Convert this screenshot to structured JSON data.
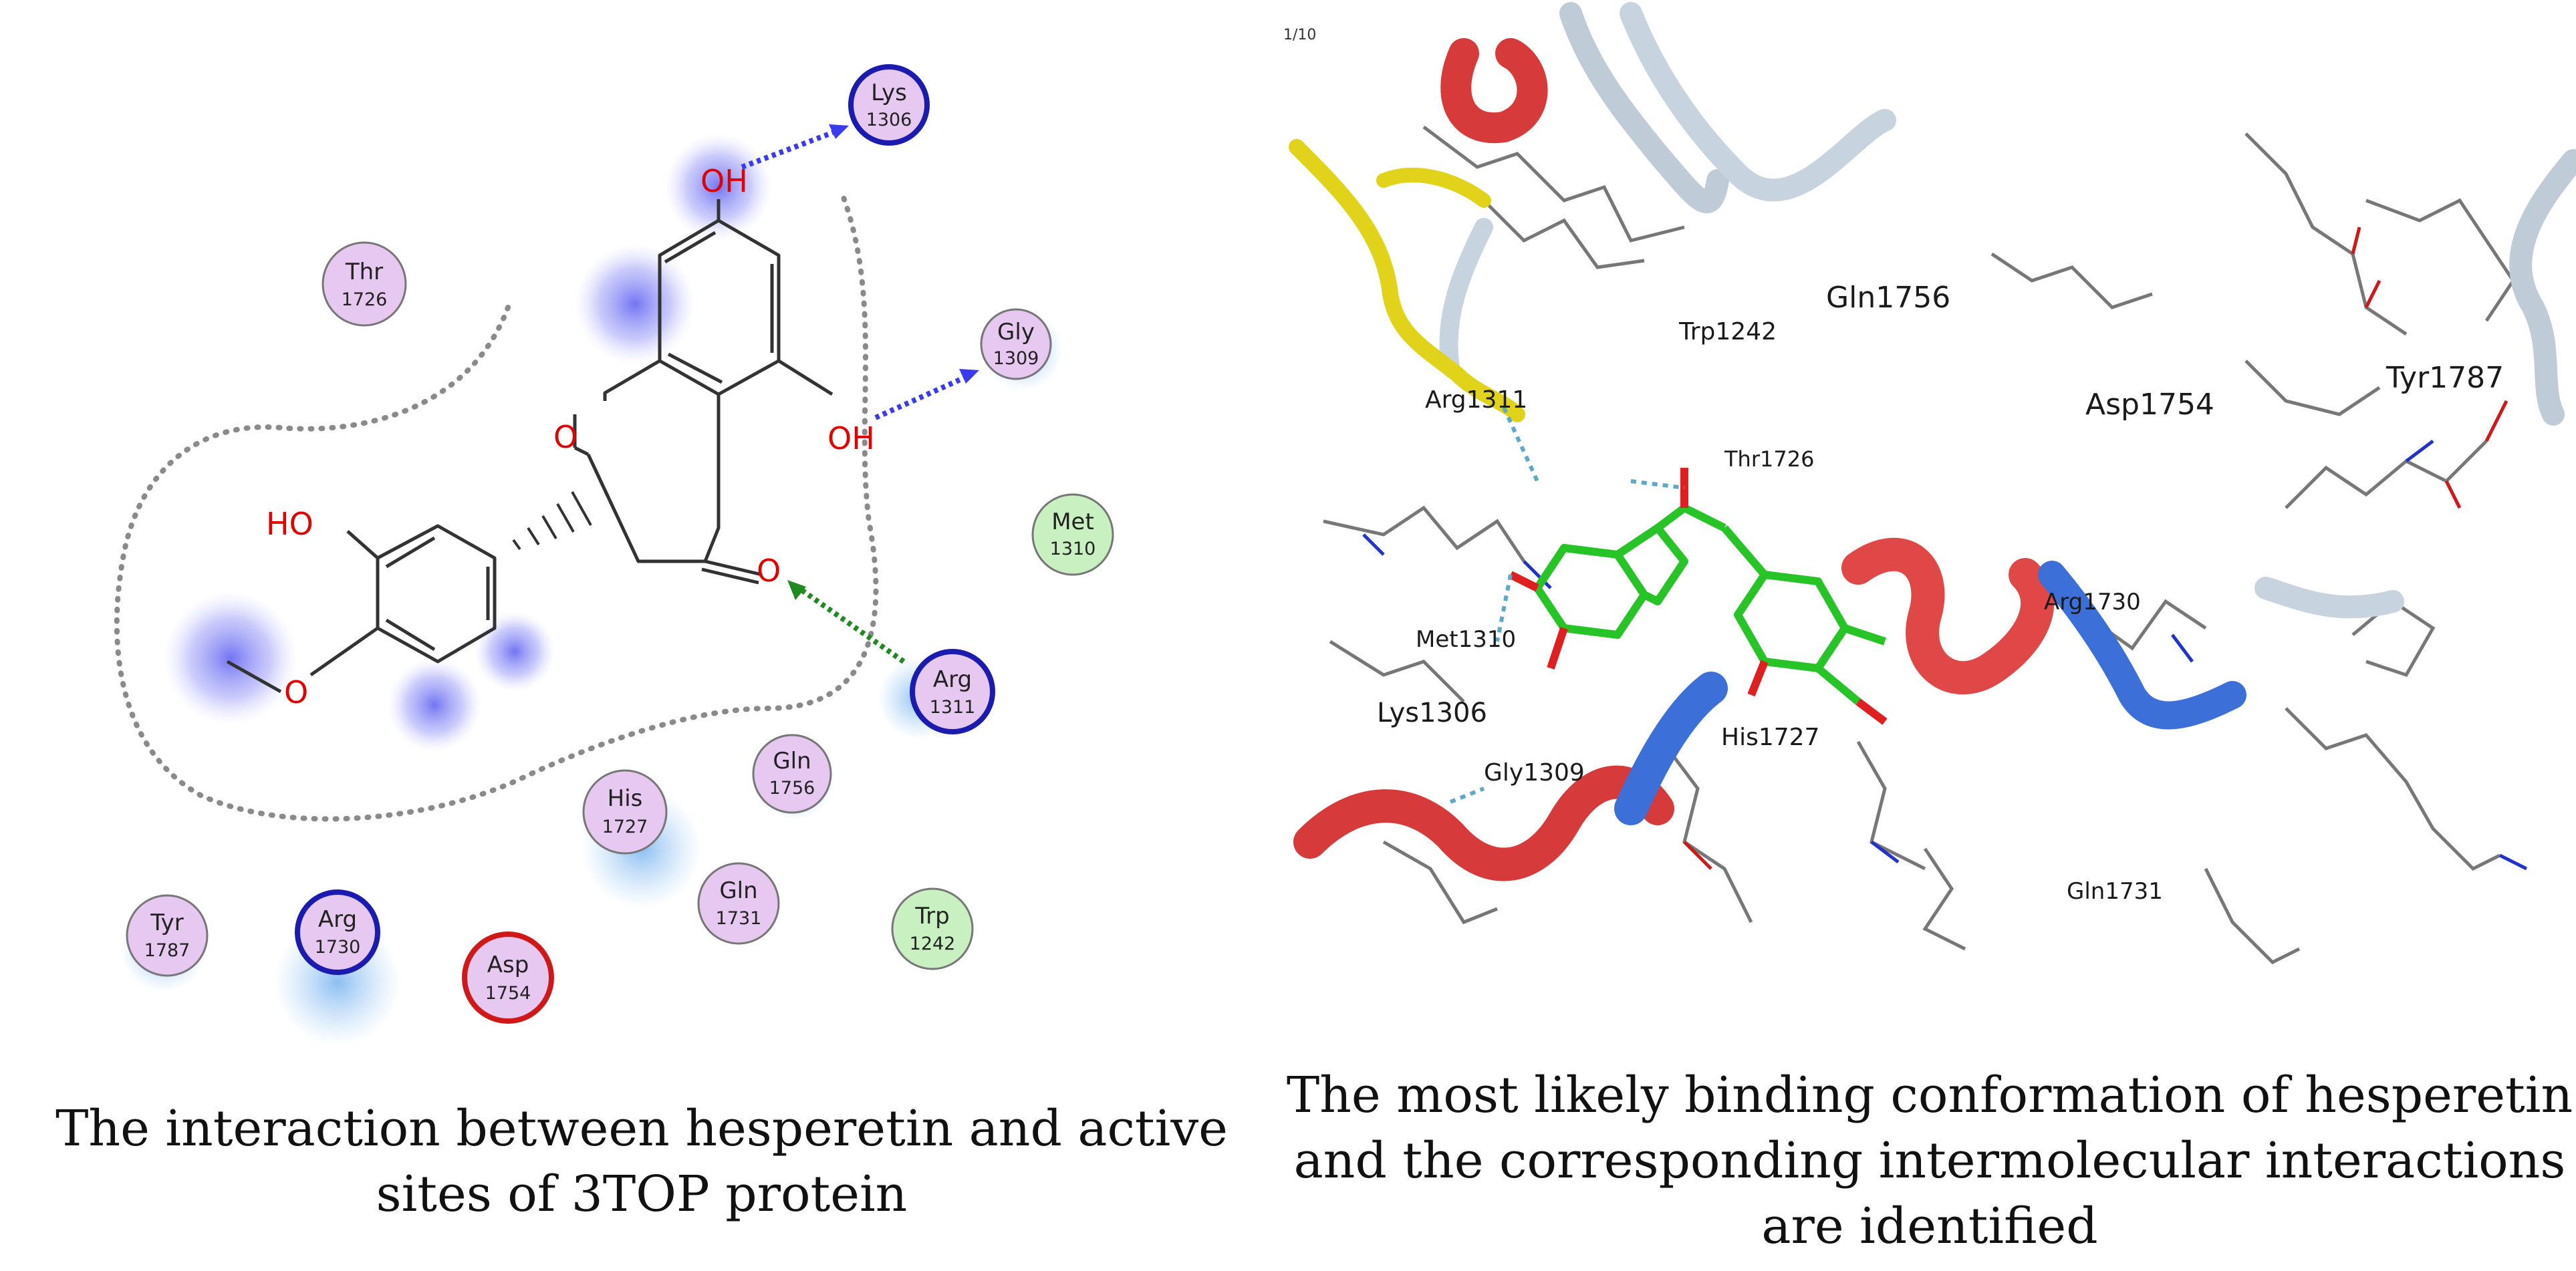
{
  "left": {
    "caption": "The interaction between hesperetin and active sites of 3TOP protein",
    "atoms": {
      "oh_top": "OH",
      "oh_right": "OH",
      "o_ring": "O",
      "o_ketone": "O",
      "ho_left": "HO",
      "o_methoxy": "O"
    },
    "residues": [
      {
        "id": "lys1306",
        "name": "Lys",
        "num": "1306"
      },
      {
        "id": "gly1309",
        "name": "Gly",
        "num": "1309"
      },
      {
        "id": "thr1726",
        "name": "Thr",
        "num": "1726"
      },
      {
        "id": "met1310",
        "name": "Met",
        "num": "1310"
      },
      {
        "id": "arg1311",
        "name": "Arg",
        "num": "1311"
      },
      {
        "id": "gln1756",
        "name": "Gln",
        "num": "1756"
      },
      {
        "id": "his1727",
        "name": "His",
        "num": "1727"
      },
      {
        "id": "gln1731",
        "name": "Gln",
        "num": "1731"
      },
      {
        "id": "trp1242",
        "name": "Trp",
        "num": "1242"
      },
      {
        "id": "tyr1787",
        "name": "Tyr",
        "num": "1787"
      },
      {
        "id": "arg1730",
        "name": "Arg",
        "num": "1730"
      },
      {
        "id": "asp1754",
        "name": "Asp",
        "num": "1754"
      }
    ]
  },
  "right": {
    "frame_counter": "1/10",
    "caption": "The most likely binding conformation of hesperetin and the corresponding intermolecular interactions are identified",
    "labels": [
      {
        "id": "gln1756",
        "text": "Gln1756"
      },
      {
        "id": "trp1242",
        "text": "Trp1242"
      },
      {
        "id": "asp1754",
        "text": "Asp1754"
      },
      {
        "id": "tyr1787",
        "text": "Tyr1787"
      },
      {
        "id": "arg1311",
        "text": "Arg1311"
      },
      {
        "id": "thr1726",
        "text": "Thr1726"
      },
      {
        "id": "arg1730",
        "text": "Arg1730"
      },
      {
        "id": "met1310",
        "text": "Met1310"
      },
      {
        "id": "lys1306",
        "text": "Lys1306"
      },
      {
        "id": "his1727",
        "text": "His1727"
      },
      {
        "id": "gly1309",
        "text": "Gly1309"
      },
      {
        "id": "gln1731",
        "text": "Gln1731"
      }
    ]
  }
}
